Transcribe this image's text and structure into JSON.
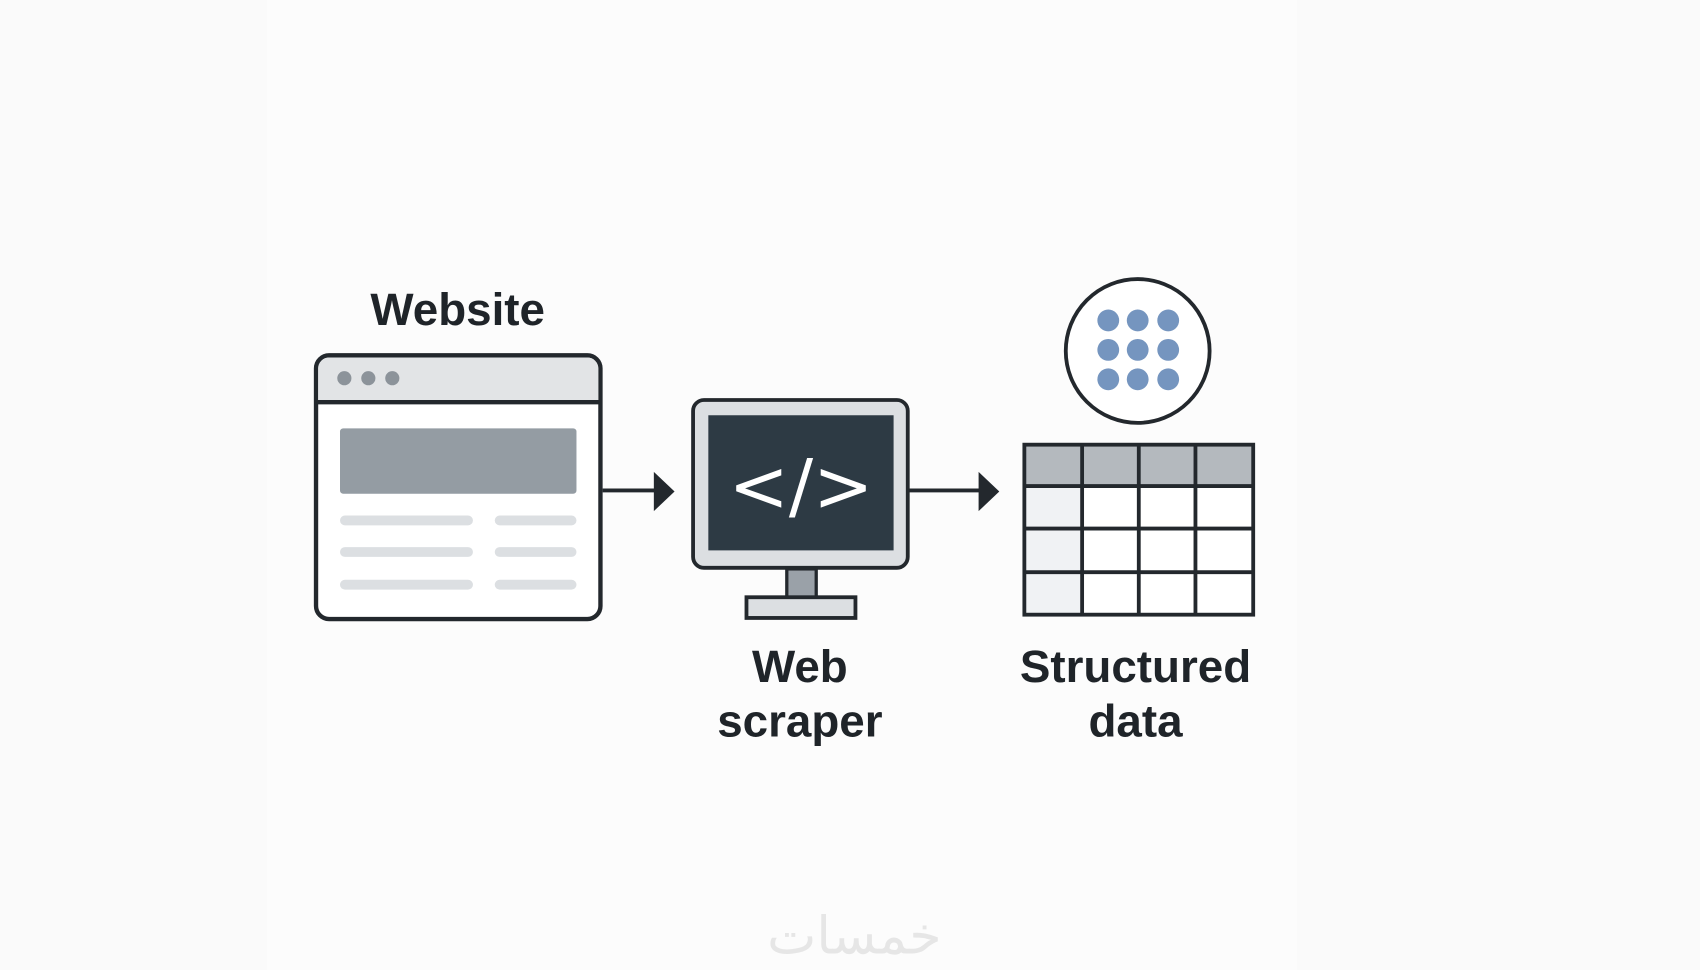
{
  "diagram": {
    "nodes": [
      {
        "id": "website",
        "label": "Website",
        "icon": "browser-window-icon"
      },
      {
        "id": "scraper",
        "label_lines": [
          "Web",
          "scraper"
        ],
        "icon": "monitor-code-icon"
      },
      {
        "id": "data",
        "label_lines": [
          "Structured",
          "data"
        ],
        "icon": "table-grid-icon"
      }
    ],
    "edges": [
      {
        "from": "website",
        "to": "scraper"
      },
      {
        "from": "scraper",
        "to": "data"
      }
    ],
    "code_glyph": "</>",
    "colors": {
      "stroke": "#23282d",
      "screen": "#2d3a44",
      "dots": "#7595bf",
      "banner": "#949ca3",
      "light": "#dcdfe2"
    }
  },
  "watermark": "خمسات"
}
